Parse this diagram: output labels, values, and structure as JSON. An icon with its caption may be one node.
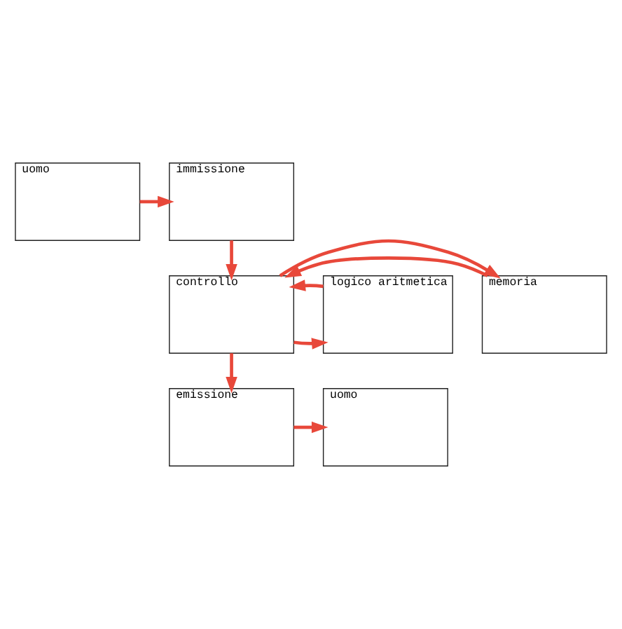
{
  "diagram": {
    "nodes": [
      {
        "text": [
          "uomo"
        ]
      },
      {
        "text": [
          "immissione"
        ]
      },
      {
        "text": [
          "memoria"
        ]
      },
      {
        "text": [
          "controllo"
        ]
      },
      {
        "text": [
          "logico aritmetica"
        ]
      },
      {
        "text": [
          "emissione"
        ]
      },
      {
        "text": [
          "uomo"
        ]
      }
    ],
    "edges": [
      {
        "from": 0,
        "to": 1,
        "arrow": "to"
      },
      {
        "from": 1,
        "to": 3,
        "arrow": "to"
      },
      {
        "from": 2,
        "to": 3,
        "arrow": "to"
      },
      {
        "from": 3,
        "to": 2,
        "arrow": "to"
      },
      {
        "from": 3,
        "to": 4,
        "arrow": "to"
      },
      {
        "from": 4,
        "to": 3,
        "arrow": "to"
      },
      {
        "from": 3,
        "to": 5,
        "arrow": "to"
      },
      {
        "from": 5,
        "to": 6,
        "arrow": "to"
      }
    ]
  }
}
